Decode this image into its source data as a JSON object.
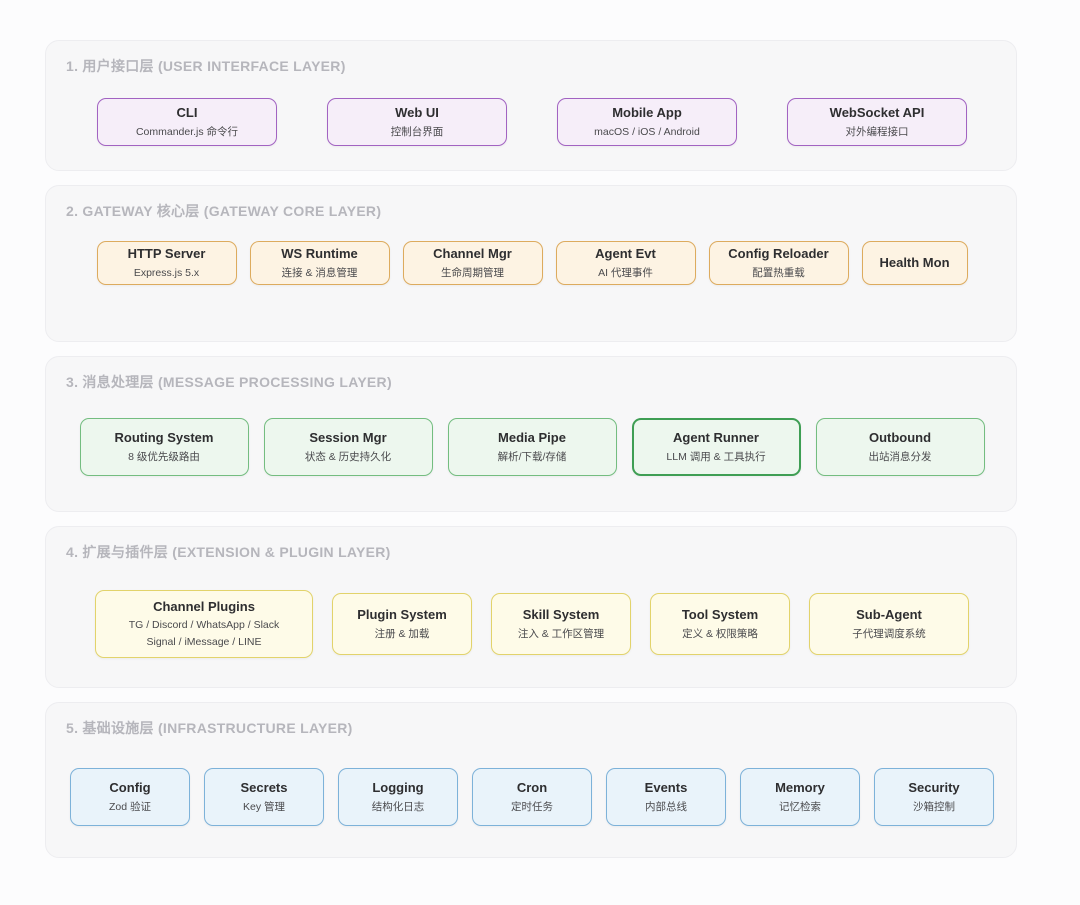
{
  "page": {
    "background": "#fcfcfd",
    "section_background": "#f7f7f8",
    "section_title_color": "#b6b6bc"
  },
  "layers": [
    {
      "id": "user-interface",
      "title": "1. 用户接口层 (USER INTERFACE LAYER)",
      "colors": {
        "border": "#a263c2",
        "fill": "#f6eef9"
      },
      "boxes": [
        {
          "title": "CLI",
          "subtitle": "Commander.js 命令行"
        },
        {
          "title": "Web UI",
          "subtitle": "控制台界面"
        },
        {
          "title": "Mobile App",
          "subtitle": "macOS / iOS / Android"
        },
        {
          "title": "WebSocket API",
          "subtitle": "对外编程接口"
        }
      ]
    },
    {
      "id": "gateway-core",
      "title": "2. GATEWAY 核心层 (GATEWAY CORE LAYER)",
      "colors": {
        "border": "#ddab5e",
        "fill": "#fdf3e3"
      },
      "boxes": [
        {
          "title": "HTTP Server",
          "subtitle": "Express.js 5.x"
        },
        {
          "title": "WS Runtime",
          "subtitle": "连接 & 消息管理"
        },
        {
          "title": "Channel Mgr",
          "subtitle": "生命周期管理"
        },
        {
          "title": "Agent Evt",
          "subtitle": "AI 代理事件"
        },
        {
          "title": "Config Reloader",
          "subtitle": "配置热重载"
        },
        {
          "title": "Health Mon"
        }
      ]
    },
    {
      "id": "message-processing",
      "title": "3. 消息处理层 (MESSAGE PROCESSING LAYER)",
      "colors": {
        "border": "#74bd80",
        "fill": "#edf7ee",
        "emphasis_border": "#3f9e54"
      },
      "boxes": [
        {
          "title": "Routing System",
          "subtitle": "8 级优先级路由"
        },
        {
          "title": "Session Mgr",
          "subtitle": "状态 & 历史持久化"
        },
        {
          "title": "Media Pipe",
          "subtitle": "解析/下载/存储"
        },
        {
          "title": "Agent Runner",
          "subtitle": "LLM 调用 & 工具执行",
          "emphasis": true
        },
        {
          "title": "Outbound",
          "subtitle": "出站消息分发"
        }
      ]
    },
    {
      "id": "extension-plugin",
      "title": "4. 扩展与插件层 (EXTENSION & PLUGIN LAYER)",
      "colors": {
        "border": "#e2d36b",
        "fill": "#fefbe8"
      },
      "boxes": [
        {
          "title": "Channel Plugins",
          "subtitle": "TG / Discord / WhatsApp / Slack",
          "subtitle2": "Signal / iMessage / LINE"
        },
        {
          "title": "Plugin System",
          "subtitle": "注册 & 加载"
        },
        {
          "title": "Skill System",
          "subtitle": "注入 & 工作区管理"
        },
        {
          "title": "Tool System",
          "subtitle": "定义 & 权限策略"
        },
        {
          "title": "Sub-Agent",
          "subtitle": "子代理调度系统"
        }
      ]
    },
    {
      "id": "infrastructure",
      "title": "5. 基础设施层 (INFRASTRUCTURE LAYER)",
      "colors": {
        "border": "#7db2d9",
        "fill": "#e9f3fa"
      },
      "boxes": [
        {
          "title": "Config",
          "subtitle": "Zod 验证"
        },
        {
          "title": "Secrets",
          "subtitle": "Key 管理"
        },
        {
          "title": "Logging",
          "subtitle": "结构化日志"
        },
        {
          "title": "Cron",
          "subtitle": "定时任务"
        },
        {
          "title": "Events",
          "subtitle": "内部总线"
        },
        {
          "title": "Memory",
          "subtitle": "记忆检索"
        },
        {
          "title": "Security",
          "subtitle": "沙箱控制"
        }
      ]
    }
  ]
}
